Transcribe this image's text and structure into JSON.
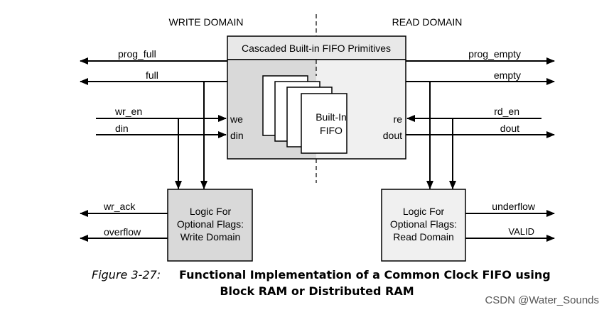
{
  "domains": {
    "write": "WRITE DOMAIN",
    "read": "READ DOMAIN"
  },
  "fifo_block": {
    "title": "Cascaded Built-in FIFO Primitives",
    "core_line1": "Built-In",
    "core_line2": "FIFO",
    "port_we": "we",
    "port_din": "din",
    "port_re": "re",
    "port_dout": "dout"
  },
  "write_signals": {
    "prog_full": "prog_full",
    "full": "full",
    "wr_en": "wr_en",
    "din": "din"
  },
  "read_signals": {
    "prog_empty": "prog_empty",
    "empty": "empty",
    "rd_en": "rd_en",
    "dout": "dout"
  },
  "write_logic": {
    "line1": "Logic For",
    "line2": "Optional Flags:",
    "line3": "Write Domain",
    "out_wr_ack": "wr_ack",
    "out_overflow": "overflow"
  },
  "read_logic": {
    "line1": "Logic For",
    "line2": "Optional Flags:",
    "line3": "Read Domain",
    "out_underflow": "underflow",
    "out_valid": "VALID"
  },
  "caption": {
    "figure_no": "Figure 3-27:",
    "line1": "Functional Implementation of a Common Clock FIFO using",
    "line2": "Block RAM or Distributed RAM"
  },
  "watermark": "CSDN @Water_Sounds",
  "colors": {
    "write_fill": "#d9d9d9",
    "read_fill": "#f0f0f0",
    "title_fill": "#e8e8e8",
    "line": "#000000"
  }
}
